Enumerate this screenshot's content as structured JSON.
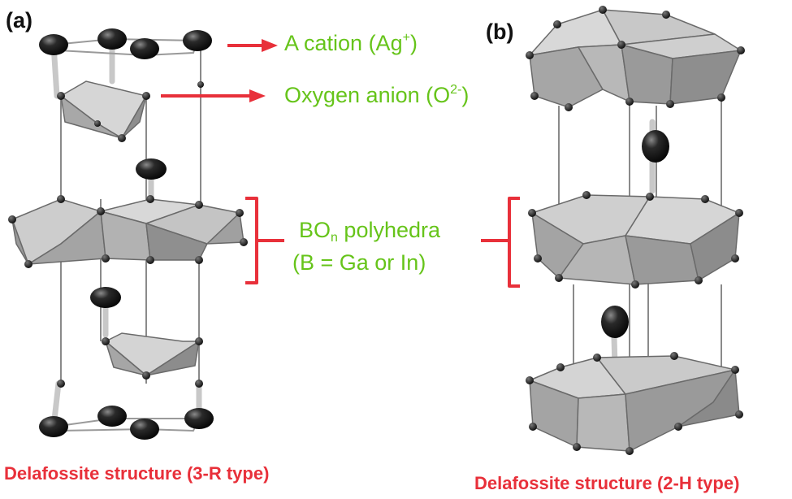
{
  "panels": {
    "a": {
      "label": "(a)",
      "caption": "Delafossite structure (3-R type)"
    },
    "b": {
      "label": "(b)",
      "caption": "Delafossite structure (2-H type)"
    }
  },
  "legend": {
    "a_cation": {
      "text": "A cation (Ag",
      "sup": "+",
      "close": ")"
    },
    "oxygen_anion": {
      "text": "Oxygen anion (O",
      "sup": "2-",
      "close": ")"
    },
    "polyhedra": {
      "line1_pre": "BO",
      "line1_sub": "n",
      "line1_post": " polyhedra",
      "line2": "(B = Ga or In)"
    }
  },
  "colors": {
    "annotation_red": "#e8303a",
    "legend_green": "#66c41a",
    "polyhedron_light": "#d4d4d4",
    "polyhedron_mid": "#b4b4b4",
    "polyhedron_dark": "#8e8e8e",
    "atom_dark": "#1a1a1a"
  }
}
